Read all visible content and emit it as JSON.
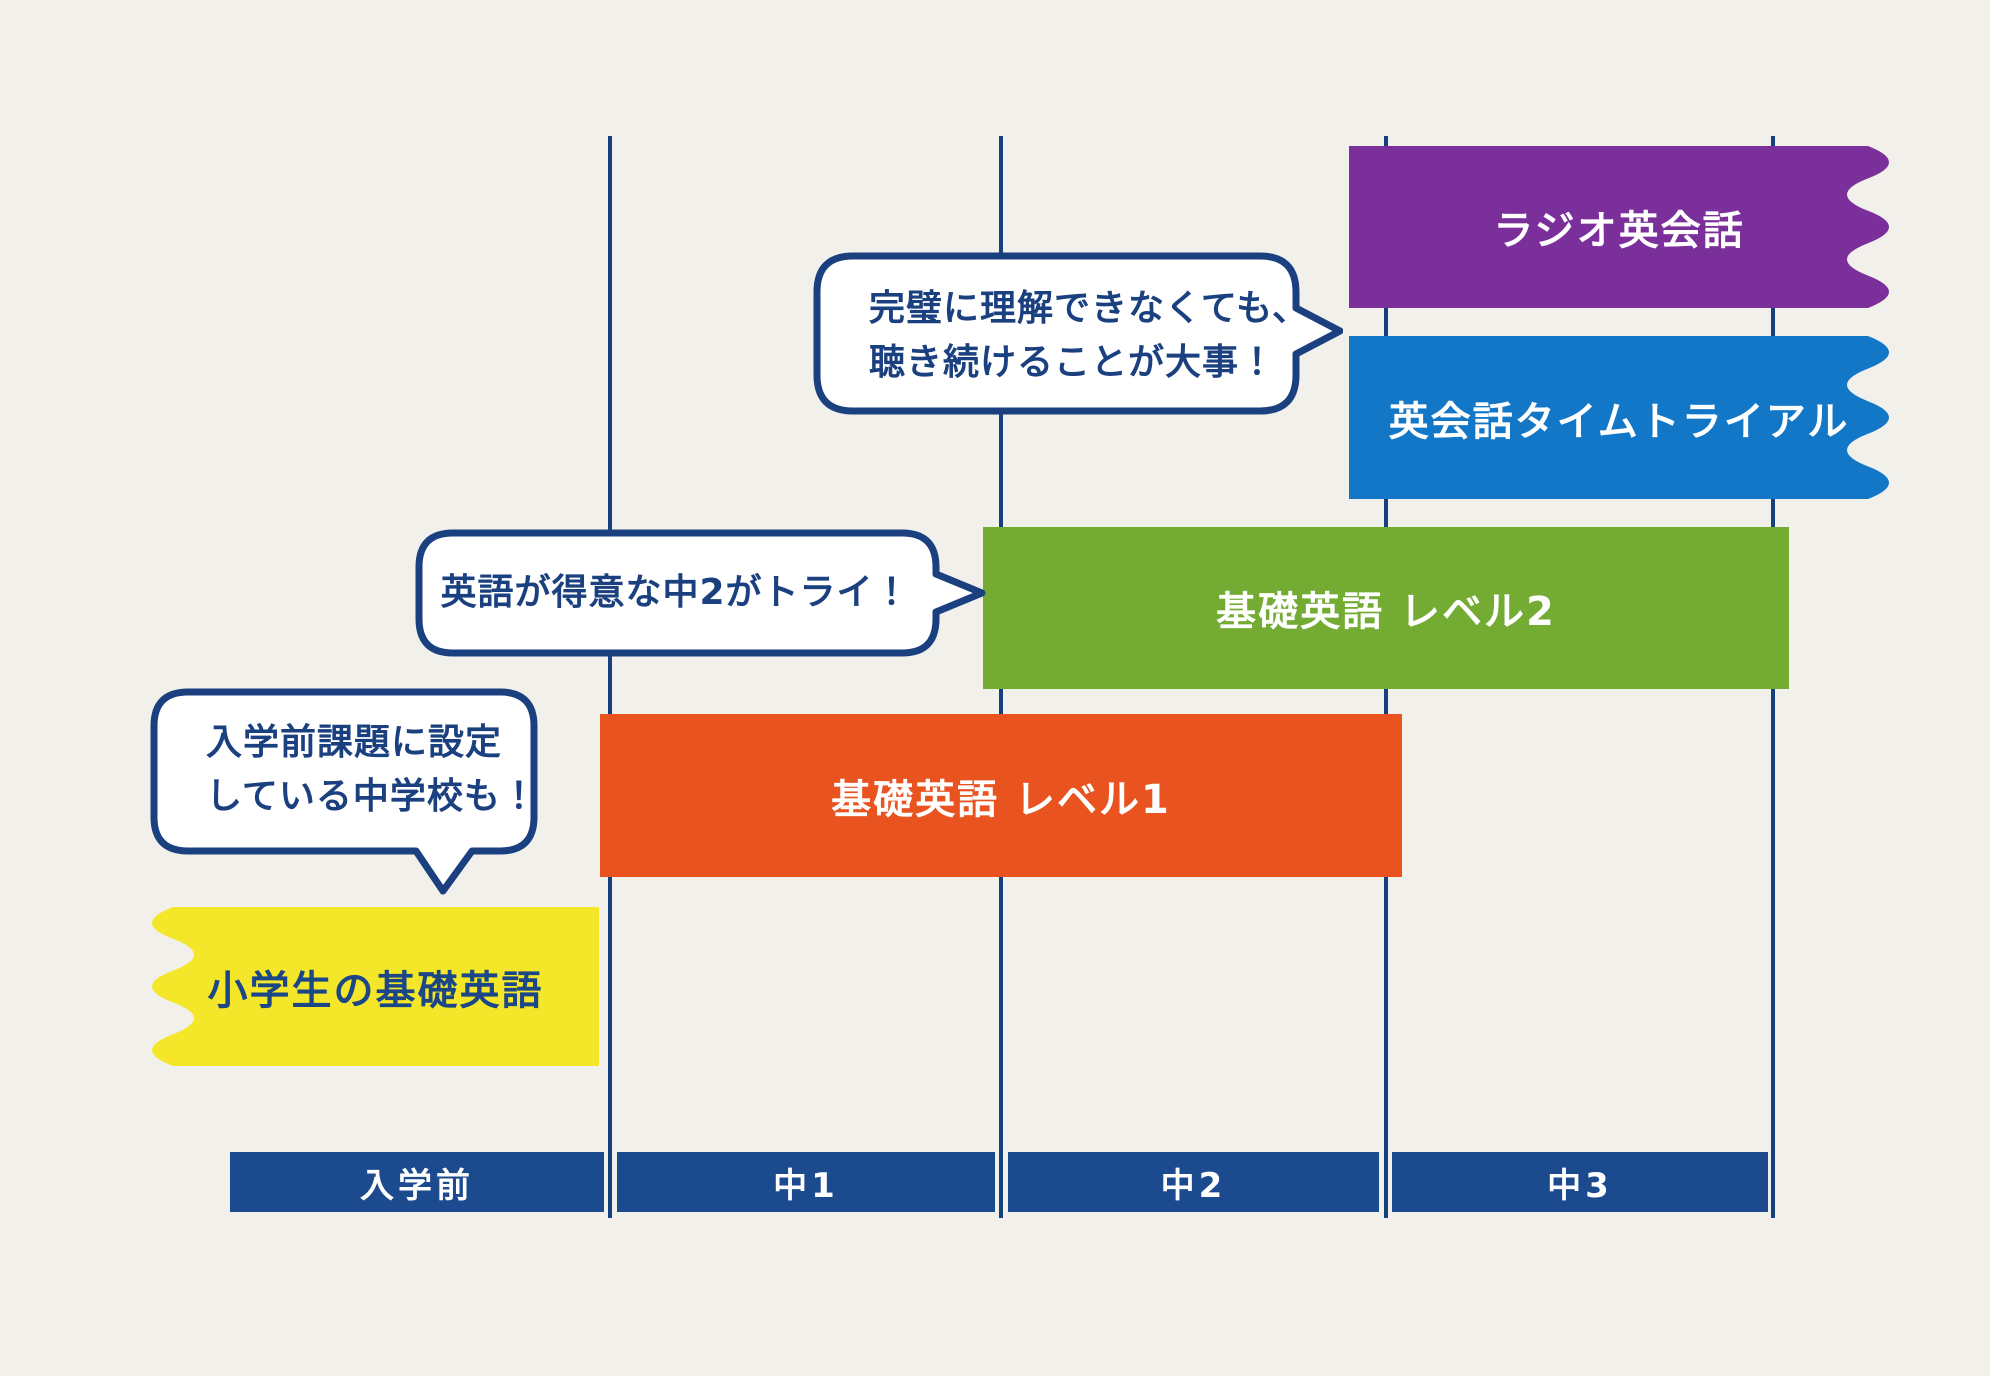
{
  "colors": {
    "background": "#f2f0ea",
    "navy_line": "#17407e",
    "navy_axis": "#1c4a8e",
    "navy_text": "#1b4080",
    "purple": "#7b2f9b",
    "blue": "#1377c8",
    "green": "#73ab33",
    "orange": "#e85320",
    "yellow": "#f4e729",
    "white": "#ffffff"
  },
  "axis": {
    "labels": [
      "入学前",
      "中1",
      "中2",
      "中3"
    ]
  },
  "bars": [
    {
      "label": "ラジオ英会話",
      "span": "中3",
      "color": "#7b2f9b",
      "edge": "wavy-right"
    },
    {
      "label": "英会話タイムトライアル",
      "span": "中3",
      "color": "#1377c8",
      "edge": "wavy-right"
    },
    {
      "label": "基礎英語 レベル2",
      "span": "中2〜中3",
      "color": "#73ab33",
      "edge": "straight"
    },
    {
      "label": "基礎英語 レベル1",
      "span": "中1〜中2",
      "color": "#e85320",
      "edge": "straight"
    },
    {
      "label": "小学生の基礎英語",
      "span": "入学前",
      "color": "#f4e729",
      "edge": "wavy-left"
    }
  ],
  "bubbles": [
    {
      "lines": [
        "完璧に理解できなくても、",
        "聴き続けることが大事！"
      ],
      "points_to": "ラジオ英会話・英会話タイムトライアル"
    },
    {
      "lines": [
        "英語が得意な中2がトライ！"
      ],
      "points_to": "基礎英語 レベル2"
    },
    {
      "lines": [
        "入学前課題に設定",
        "している中学校も！"
      ],
      "points_to": "小学生の基礎英語"
    }
  ]
}
